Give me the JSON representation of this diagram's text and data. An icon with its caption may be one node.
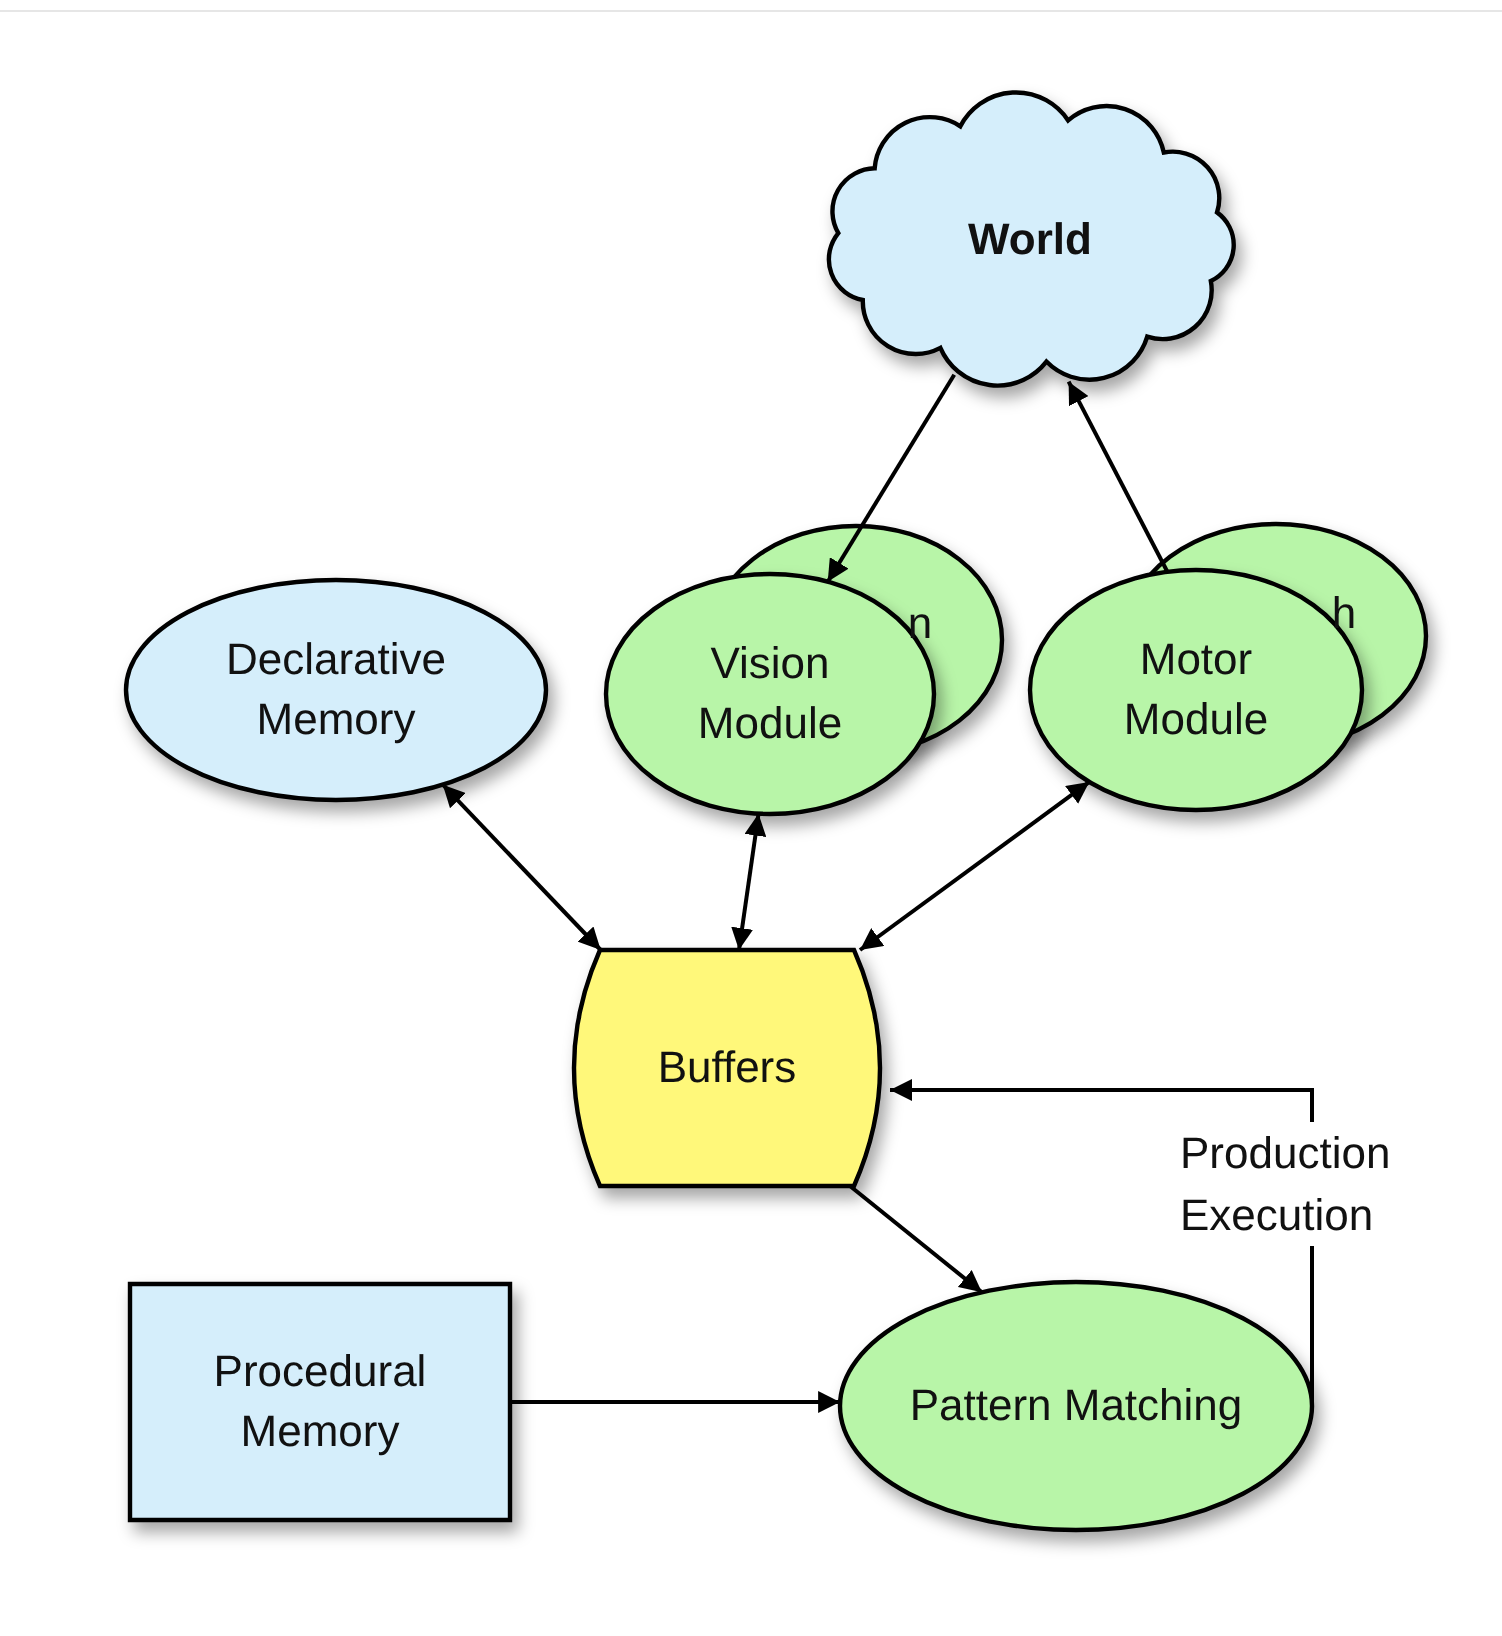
{
  "diagram": {
    "nodes": [
      {
        "text": [
          "World"
        ]
      },
      {
        "text": [
          "Declarative Memory"
        ]
      },
      {
        "text": [
          "Vision Module",
          "n"
        ]
      },
      {
        "text": [
          "Motor Module",
          "h"
        ]
      },
      {
        "text": [
          "Buffers"
        ]
      },
      {
        "text": [
          "Procedural Memory"
        ]
      },
      {
        "text": [
          "Pattern Matching"
        ]
      }
    ],
    "edges": [
      {
        "from": 0,
        "to": 2,
        "arrow": "to"
      },
      {
        "from": 3,
        "to": 0,
        "arrow": "to"
      },
      {
        "from": 1,
        "to": 4,
        "arrow": "both"
      },
      {
        "from": 2,
        "to": 4,
        "arrow": "both"
      },
      {
        "from": 3,
        "to": 4,
        "arrow": "both"
      },
      {
        "from": 4,
        "to": 6,
        "arrow": "to"
      },
      {
        "from": 5,
        "to": 6,
        "arrow": "to"
      },
      {
        "from": 6,
        "to": 4,
        "arrow": "to",
        "label": "Production Execution"
      }
    ]
  }
}
